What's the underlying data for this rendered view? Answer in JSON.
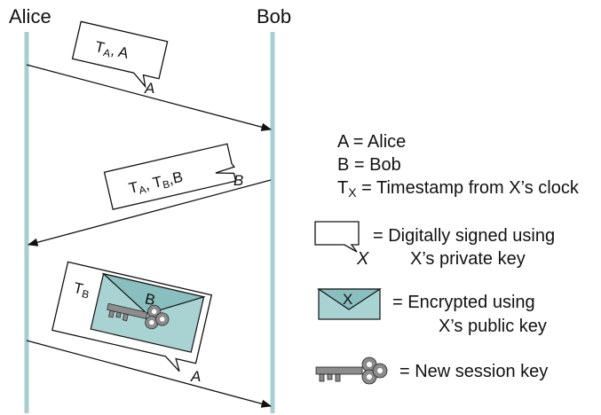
{
  "participants": {
    "left": "Alice",
    "right": "Bob"
  },
  "messages": [
    {
      "direction": "Alice to Bob",
      "bubble": {
        "parts": [
          {
            "t": "T"
          },
          {
            "t": "A",
            "sub": true
          },
          {
            "t": ", A"
          }
        ]
      },
      "signed_by": "A"
    },
    {
      "direction": "Bob to Alice",
      "bubble": {
        "parts": [
          {
            "t": "T"
          },
          {
            "t": "A",
            "sub": true
          },
          {
            "t": ", T"
          },
          {
            "t": "B",
            "sub": true
          },
          {
            "t": ",B"
          }
        ]
      },
      "signed_by": "B"
    },
    {
      "direction": "Alice to Bob",
      "bubble": {
        "parts": [
          {
            "t": "T"
          },
          {
            "t": "B",
            "sub": true
          }
        ]
      },
      "encrypted_for": "B",
      "contains_key": true,
      "signed_by": "A"
    }
  ],
  "legend": {
    "definitions": [
      {
        "parts": [
          {
            "t": "A = Alice"
          }
        ]
      },
      {
        "parts": [
          {
            "t": "B = Bob"
          }
        ]
      },
      {
        "parts": [
          {
            "t": "T"
          },
          {
            "t": "X",
            "sub": true
          },
          {
            "t": " = Timestamp from X’s clock"
          }
        ]
      }
    ],
    "signed_line1": "= Digitally signed using",
    "signed_line2": "X’s private key",
    "signed_symbol": "X",
    "encrypted_line1": "= Encrypted using",
    "encrypted_line2": "X’s public key",
    "encrypted_symbol": "X",
    "key_line": "= New session key"
  },
  "colors": {
    "lifeline": "#a7cfd1",
    "envelope": "#a9d3d2",
    "envelope_flap": "#89bfbf",
    "key": "#8c8c8c",
    "ink": "#111111"
  },
  "icons": [
    "envelope-icon",
    "key-icon",
    "signed-bubble-icon"
  ]
}
